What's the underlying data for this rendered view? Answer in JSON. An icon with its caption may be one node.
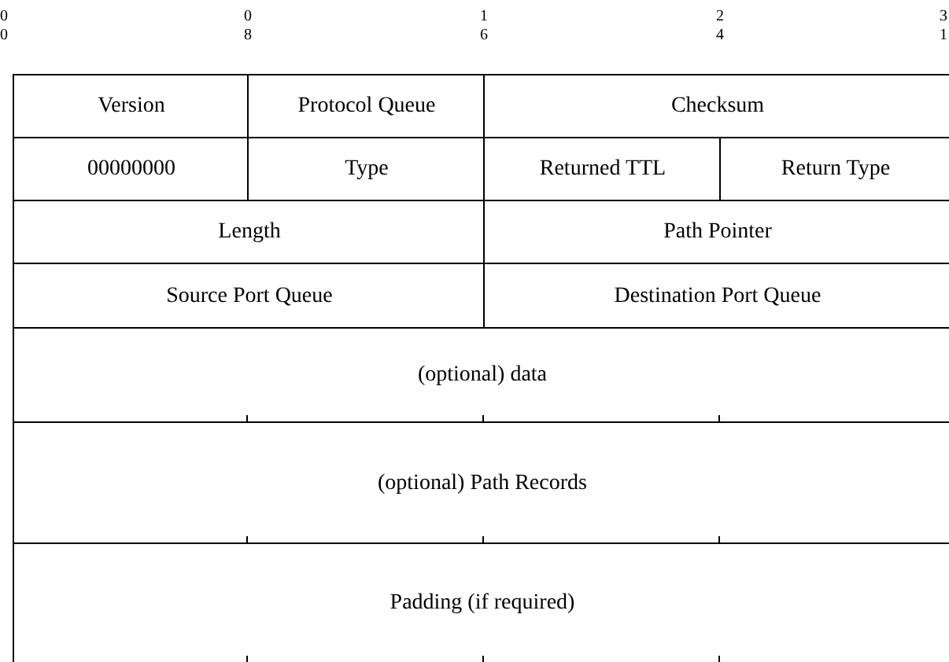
{
  "diagram": {
    "nodes": [
      {
        "text": [
          "Version"
        ]
      },
      {
        "text": [
          "Protocol Queue"
        ]
      },
      {
        "text": [
          "Checksum"
        ]
      },
      {
        "text": [
          "00000000"
        ]
      },
      {
        "text": [
          "Type"
        ]
      },
      {
        "text": [
          "Returned TTL"
        ]
      },
      {
        "text": [
          "Return Type"
        ]
      },
      {
        "text": [
          "Length"
        ]
      },
      {
        "text": [
          "Path Pointer"
        ]
      },
      {
        "text": [
          "Source Port Queue"
        ]
      },
      {
        "text": [
          "Destination Port Queue"
        ]
      },
      {
        "text": [
          "(optional) data"
        ]
      },
      {
        "text": [
          "(optional) Path Records"
        ]
      },
      {
        "text": [
          "Padding (if required)"
        ]
      }
    ],
    "edges": [],
    "labels": [
      "00",
      "08",
      "16",
      "24",
      "31"
    ]
  }
}
